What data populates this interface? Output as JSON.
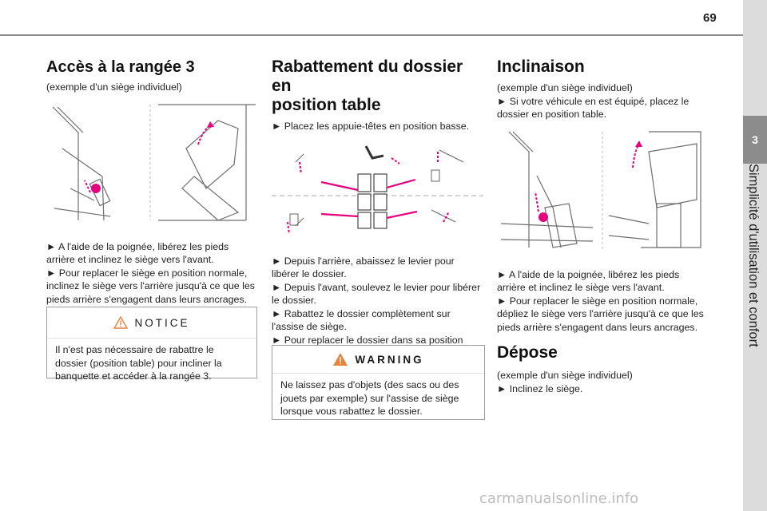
{
  "page_number": "69",
  "side_tab": {
    "number": "3",
    "label": "Simplicité d'utilisation et confort"
  },
  "col1": {
    "title": "Accès à la rangée 3",
    "subtitle": "(exemple d'un siège individuel)",
    "steps": [
      "► A l'aide de la poignée, libérez les pieds arrière et inclinez le siège vers l'avant.",
      "► Pour replacer le siège en position normale, inclinez le siège vers l'arrière jusqu'à ce que les pieds arrière s'engagent dans leurs ancrages."
    ],
    "notice": {
      "label": "NOTICE",
      "text": "Il n'est pas nécessaire de rabattre le dossier (position table) pour incliner la banquette et accéder à la rangée 3."
    }
  },
  "col2": {
    "title_line1": "Rabattement du dossier en",
    "title_line2": "position table",
    "intro": "► Placez les appuie-têtes en position basse.",
    "steps": [
      "► Depuis l'arrière, abaissez le levier pour libérer le dossier.",
      "► Depuis l'avant, soulevez le levier pour libérer le dossier.",
      "► Rabattez le dossier complètement sur l'assise de siège.",
      "► Pour replacer le dossier dans sa position normale, soulevez le levier et tirez le dossier vers le haut (depuis l'arrière, abaissez le levier)."
    ],
    "warning": {
      "label": "WARNING",
      "text": "Ne laissez pas d'objets (des sacs ou des jouets par exemple) sur l'assise de siège lorsque vous rabattez le dossier."
    }
  },
  "col3": {
    "title": "Inclinaison",
    "subtitle": "(exemple d'un siège individuel)",
    "intro": "► Si votre véhicule en est équipé, placez le dossier en position table.",
    "steps": [
      "► A l'aide de la poignée, libérez les pieds arrière et inclinez le siège vers l'avant.",
      "► Pour replacer le siège en position normale, dépliez le siège vers l'arrière jusqu'à ce que les pieds arrière s'engagent dans leurs ancrages."
    ],
    "section2_title": "Dépose",
    "section2_subtitle": "(exemple d'un siège individuel)",
    "section2_step": "► Inclinez le siège."
  },
  "watermark": "carmanualsonline.info",
  "colors": {
    "accent": "#e6007e",
    "rule": "#8c8c8c",
    "tab": "#dcdcdc",
    "warning": "#e7833a"
  }
}
